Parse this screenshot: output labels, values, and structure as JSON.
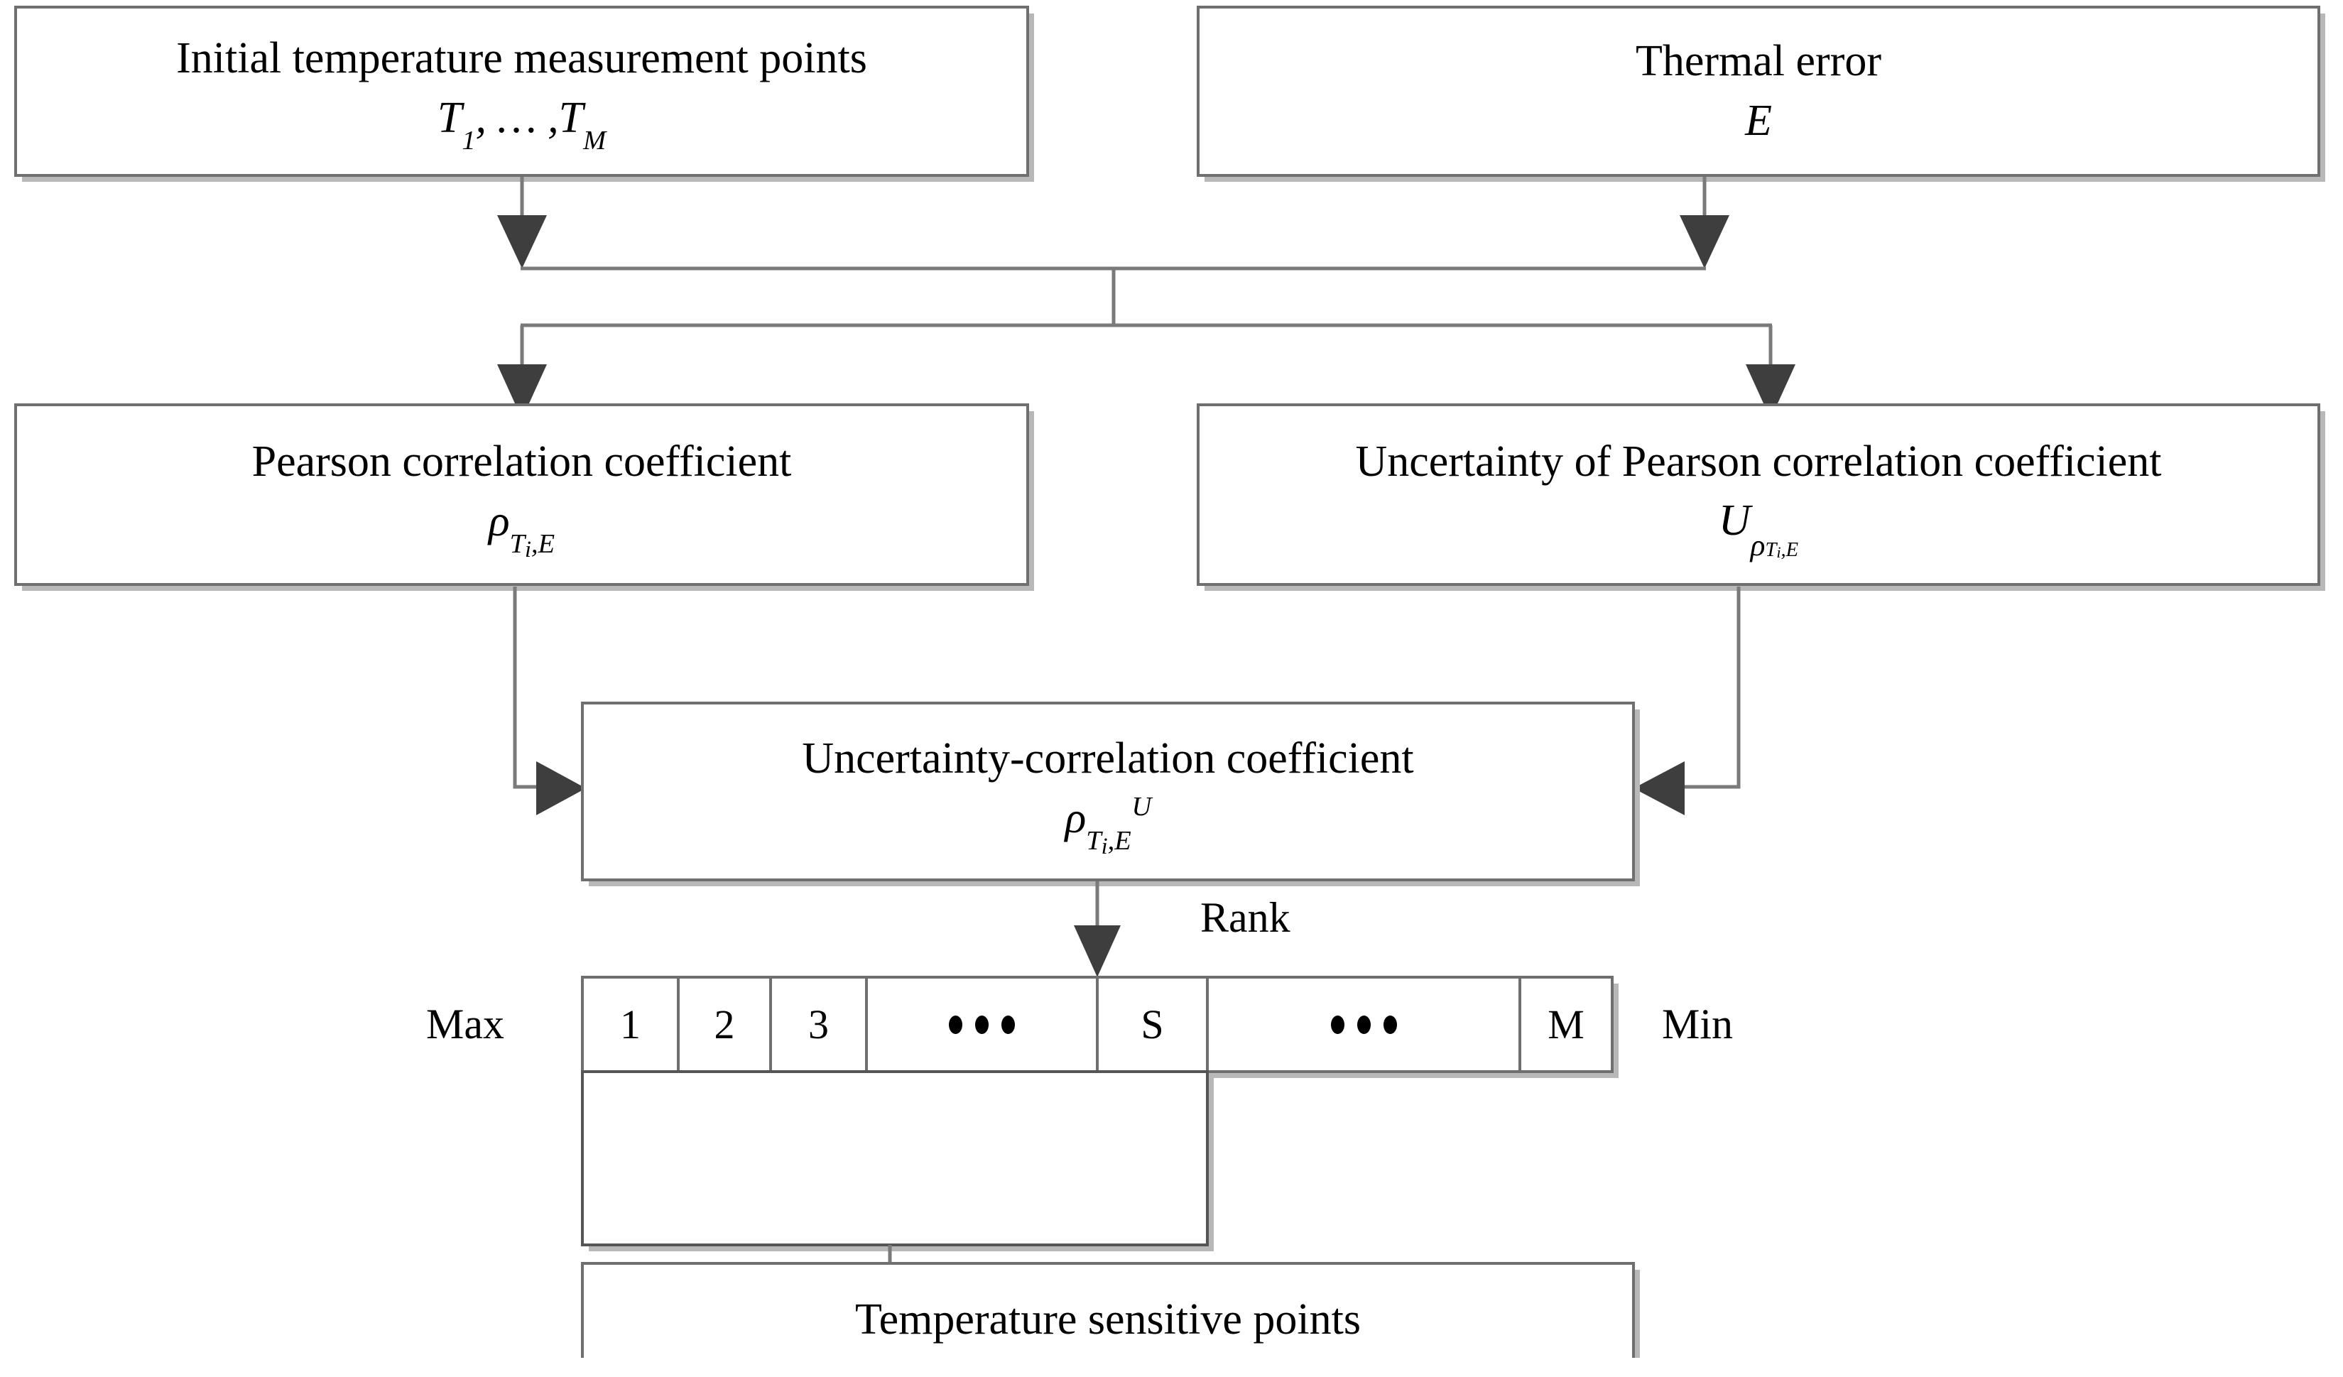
{
  "diagram": {
    "title_hidden": "Temperature sensitive point selection flowchart",
    "colors": {
      "box_border": "#7a7a7a",
      "box_shadow": "#9a9a9a",
      "connector": "#7a7a7a",
      "arrowhead": "#3e3e3e",
      "text": "#000000",
      "background": "#ffffff"
    },
    "nodes": {
      "initial_points": {
        "title": "Initial temperature measurement points",
        "symbol_T": "T",
        "symbol_sub1": "1",
        "symbol_sep": ", … ,",
        "symbol_T2": "T",
        "symbol_subM": "M"
      },
      "thermal_error": {
        "title": "Thermal error",
        "symbol": "E"
      },
      "pearson": {
        "title": "Pearson correlation coefficient",
        "symbol_rho": "ρ",
        "symbol_sub": "T",
        "symbol_subsub": "i",
        "symbol_subE": ",E"
      },
      "uncertainty_pearson": {
        "title": "Uncertainty of Pearson correlation coefficient",
        "symbol_U": "U",
        "symbol_rho": "ρ",
        "symbol_sub": "T",
        "symbol_subsub": "i",
        "symbol_subE": ",E"
      },
      "uncertainty_correlation": {
        "title": "Uncertainty-correlation coefficient",
        "symbol_rho": "ρ",
        "symbol_sub": "T",
        "symbol_subsub": "i",
        "symbol_subE": ",E",
        "symbol_sup": "U"
      },
      "sensitive_points": {
        "title": "Temperature sensitive points"
      }
    },
    "rank": {
      "edge_label": "Rank",
      "left_label": "Max",
      "right_label": "Min",
      "cells": [
        "1",
        "2",
        "3",
        "•••",
        "S",
        "•••",
        "M"
      ],
      "dots_cells": [
        3,
        5
      ]
    }
  }
}
